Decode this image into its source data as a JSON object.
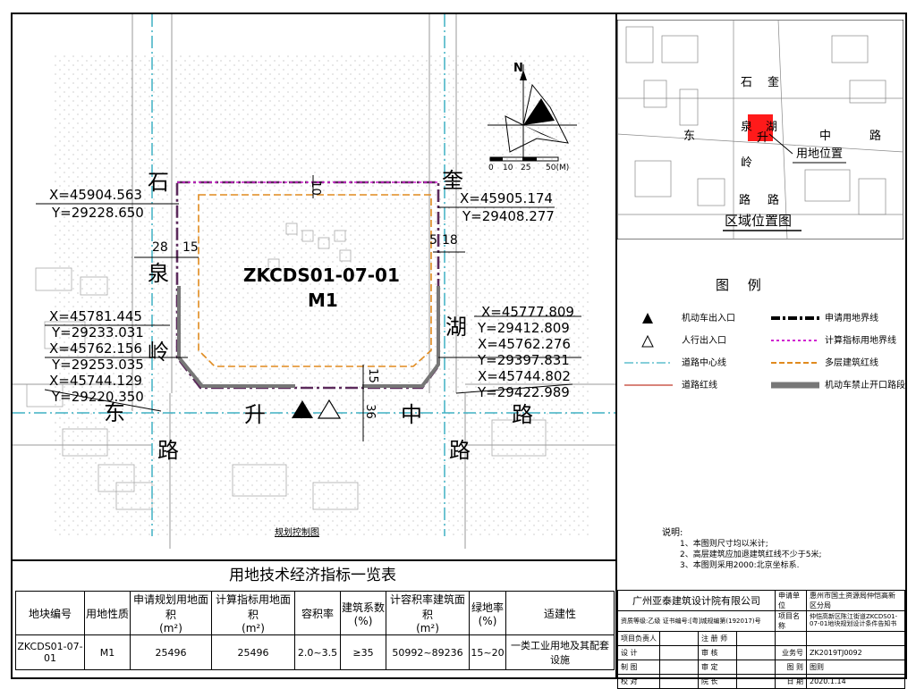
{
  "plot": {
    "parcel_label": "ZKCDS01-07-01",
    "parcel_use": "M1",
    "caption": "规划控制图",
    "coords": {
      "nw": [
        "X=45904.563",
        "Y=29228.650"
      ],
      "ne": [
        "X=45905.174",
        "Y=29408.277"
      ],
      "sw1": [
        "X=45781.445",
        "Y=29233.031"
      ],
      "sw2": [
        "X=45762.156",
        "Y=29253.035"
      ],
      "sw3": [
        "X=45744.129",
        "Y=29220.350"
      ],
      "se1": [
        "X=45777.809",
        "Y=29412.809"
      ],
      "se2": [
        "X=45762.276",
        "Y=29397.831"
      ],
      "se3": [
        "X=45744.802",
        "Y=29422.989"
      ]
    },
    "dims": {
      "top": "10",
      "left_outer": "28",
      "left_inner": "15",
      "right_inner": "5",
      "right_outer": "18",
      "bottom_inner": "15",
      "bottom_outer": "36"
    },
    "roads": {
      "a1": "石",
      "a2": "泉",
      "a3": "岭",
      "a4": "东",
      "a5": "路",
      "b1": "奎",
      "b2": "湖",
      "b3": "路",
      "c1": "升",
      "c2": "中",
      "c3": "路"
    },
    "north": "N",
    "scale": {
      "t0": "0",
      "t1": "10",
      "t2": "25",
      "t3": "50(M)"
    }
  },
  "location_map": {
    "roads": {
      "r1": "石",
      "r2": "奎",
      "r3": "湖",
      "r4": "东",
      "r5": "泉",
      "r6": "升",
      "r7": "中",
      "r8": "路",
      "r9": "岭",
      "r10": "路",
      "r11": "路"
    },
    "site_label": "用地位置",
    "title": "区域位置图"
  },
  "legend": {
    "title": "图 例",
    "items": [
      {
        "label": "机动车出入口"
      },
      {
        "label": "人行出入口"
      },
      {
        "label": "道路中心线"
      },
      {
        "label": "道路红线"
      },
      {
        "label": "申请用地界线"
      },
      {
        "label": "计算指标用地界线"
      },
      {
        "label": "多层建筑红线"
      },
      {
        "label": "机动车禁止开口路段"
      }
    ],
    "colors": {
      "centerline": "#3fb0c4",
      "redline": "#c0392b",
      "calc": "#d020d0",
      "building": "#e08a1e",
      "apply": "#5b2a5b"
    }
  },
  "notes": {
    "title": "说明:",
    "lines": [
      "1、本图则尺寸均以米计;",
      "2、高层建筑应加退建筑红线不少于5米;",
      "3、本图则采用2000:北京坐标系."
    ]
  },
  "table": {
    "title": "用地技术经济指标一览表",
    "headers": [
      "地块编号",
      "用地性质",
      "申请规划用地面积",
      "计算指标用地面积",
      "容积率",
      "建筑系数",
      "计容积率建筑面积",
      "绿地率",
      "适建性"
    ],
    "units": [
      "",
      "",
      "(m²)",
      "(m²)",
      "",
      "(%)",
      "(m²)",
      "(%)",
      ""
    ],
    "row": [
      "ZKCDS01-07-01",
      "M1",
      "25496",
      "25496",
      "2.0~3.5",
      "≥35",
      "50992~89236",
      "15~20",
      "一类工业用地及其配套设施"
    ]
  },
  "title_block": {
    "org": "广州亚泰建筑设计院有限公司",
    "qual": "资质等级:乙级  证书编号:[粤]城规编第(192017)号",
    "applicant_label": "申请单位",
    "applicant": "惠州市国土资源局仲恺高新区分局",
    "project_label": "项目名称",
    "project": "仲恺高新区陈江街道ZKCDS01-07-01地块规划设计条件告知书",
    "roles": [
      [
        "项目负责人",
        "注 册 师"
      ],
      [
        "设 计",
        "审 核"
      ],
      [
        "制 图",
        "审 定"
      ],
      [
        "校 对",
        "院 长"
      ]
    ],
    "job_label": "业务号",
    "job": "ZK2019TJ0092",
    "sheet_label": "图 则",
    "sheet": "图则",
    "date_label": "日 期",
    "date": "2020.1.14"
  }
}
